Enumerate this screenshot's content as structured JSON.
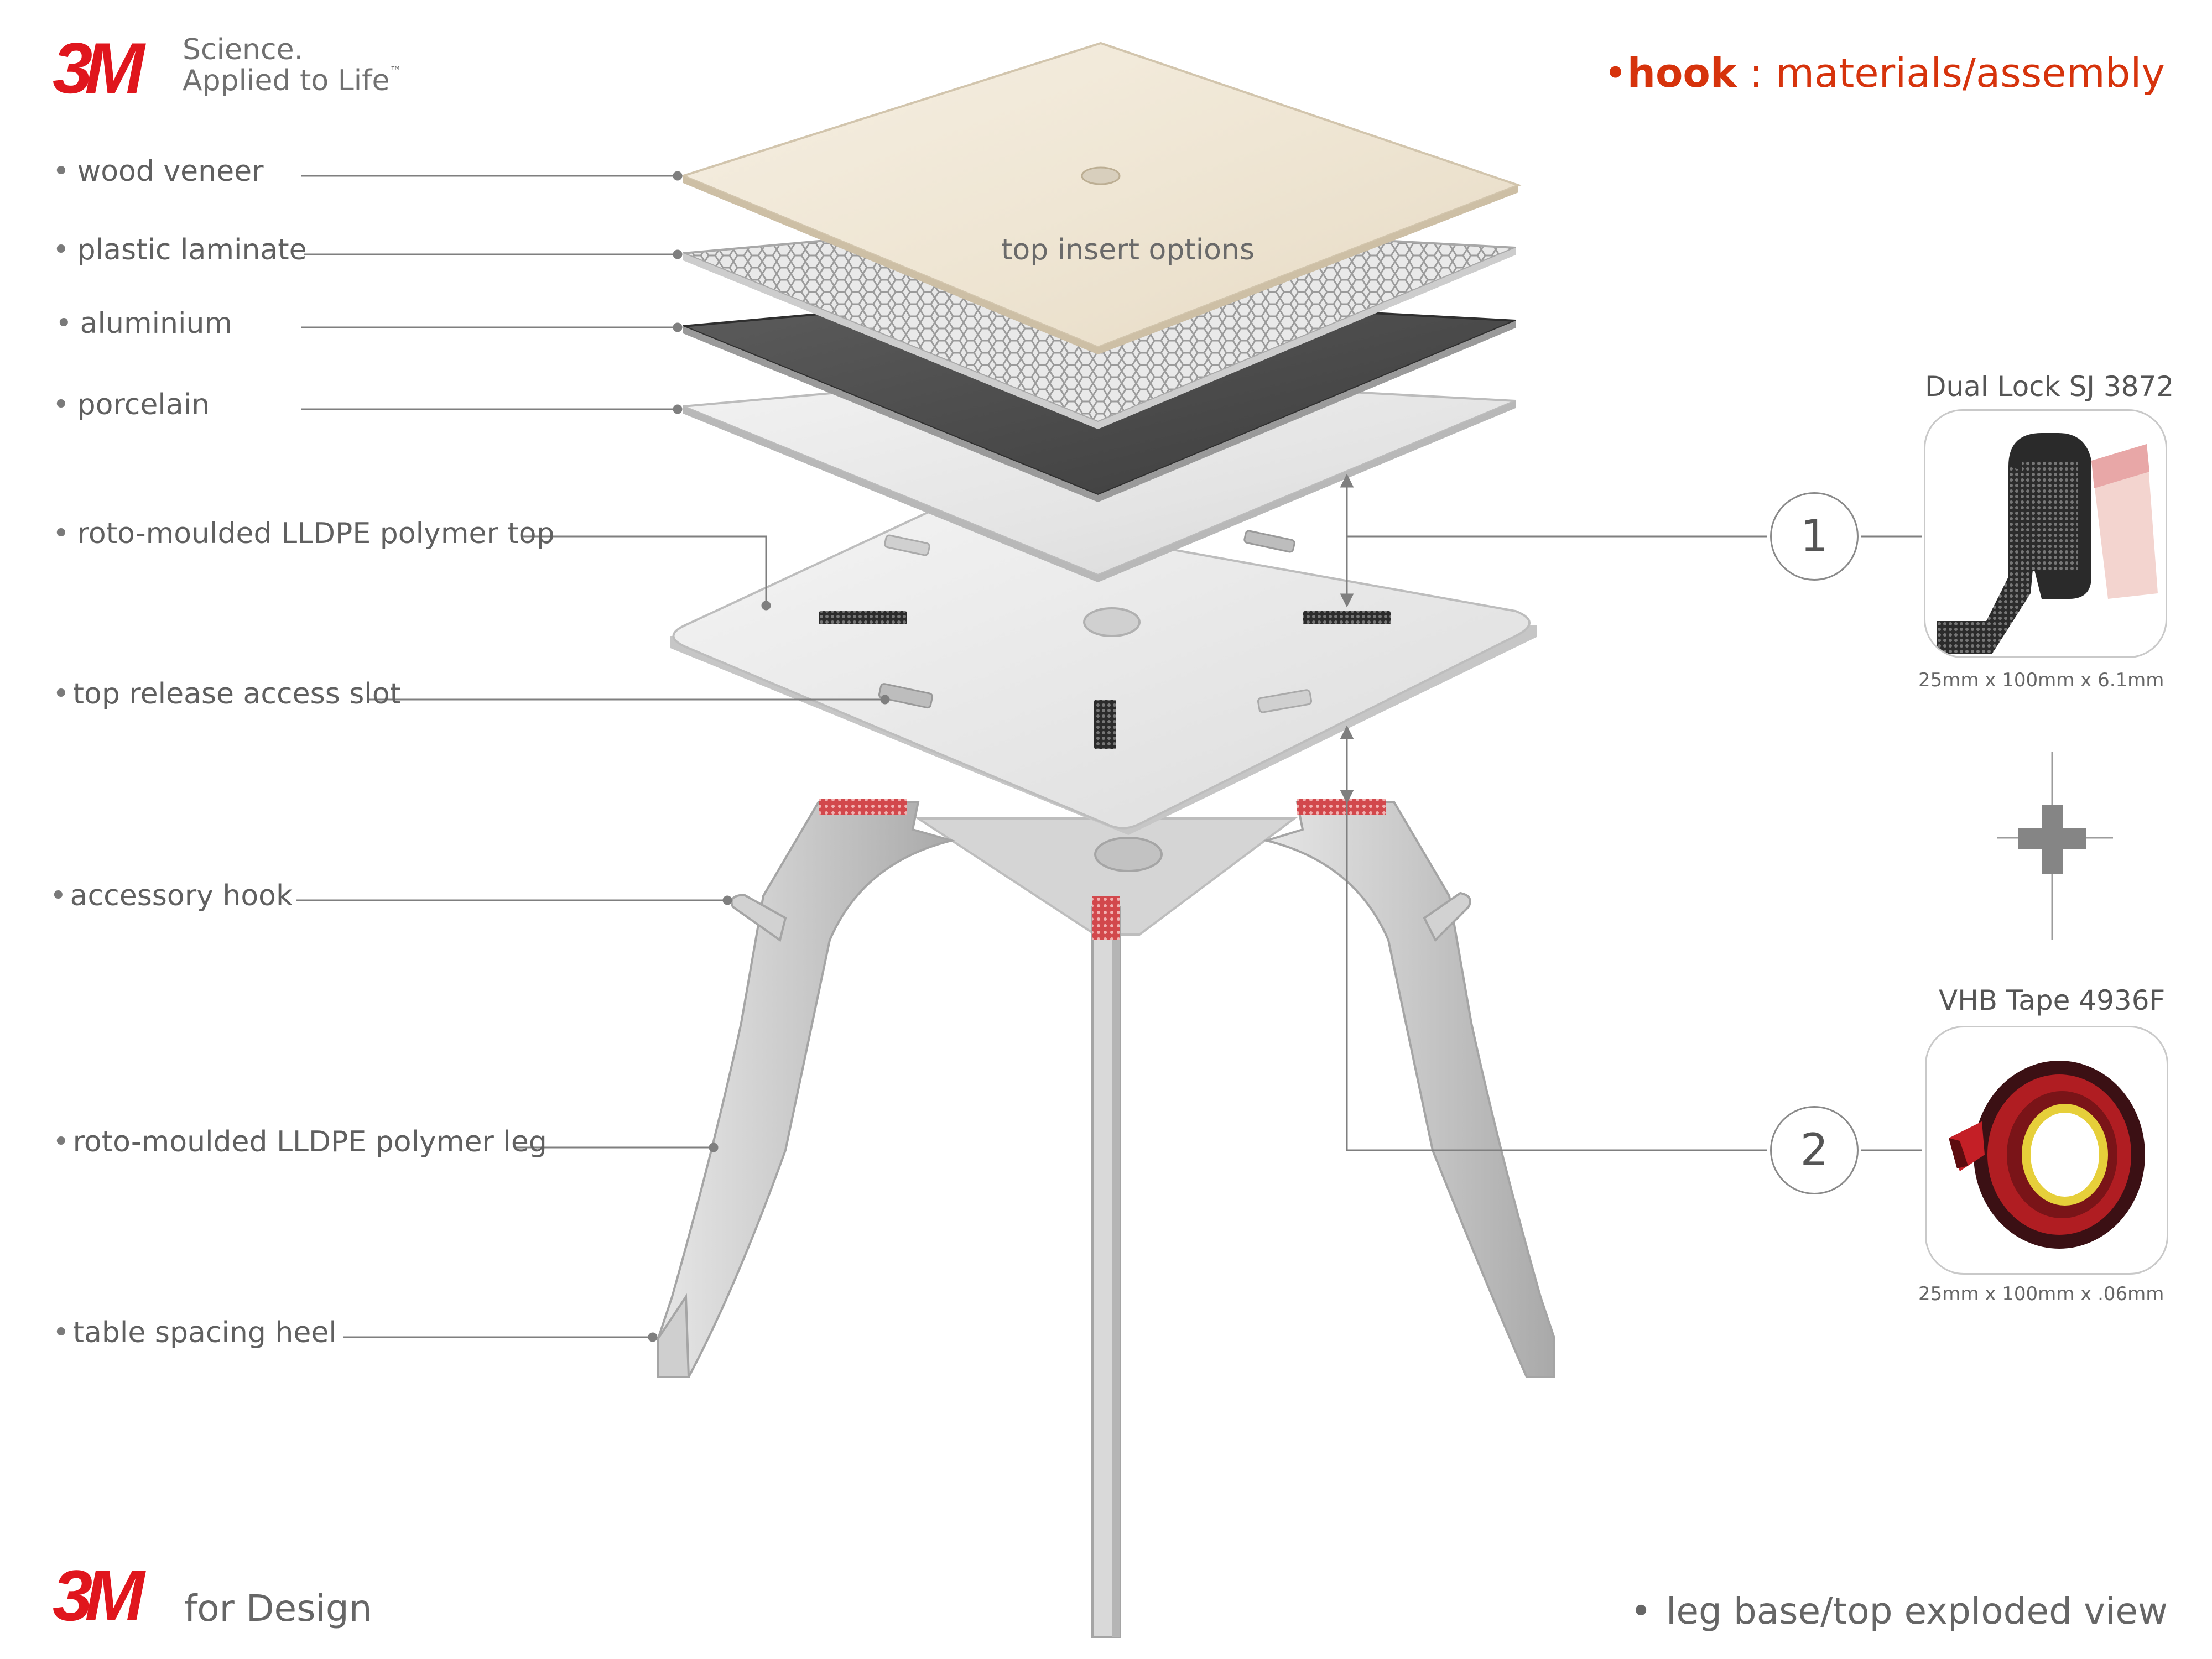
{
  "brand": {
    "logo_text": "3M",
    "tagline_line1": "Science.",
    "tagline_line2": "Applied to Life",
    "tagline_tm": "™"
  },
  "title": {
    "bullet": "•",
    "name": "hook",
    "rest": " : materials/assembly"
  },
  "labels": {
    "wood_veneer": "wood veneer",
    "plastic_laminate": "plastic laminate",
    "aluminium": "aluminium",
    "porcelain": "porcelain",
    "polymer_top": "roto-moulded LLDPE polymer top",
    "release_slot": "top release access slot",
    "accessory_hook": "accessory hook",
    "polymer_leg": "roto-moulded LLDPE polymer leg",
    "spacing_heel": "table spacing heel"
  },
  "bullet": "•",
  "top_insert_options": "top insert options",
  "products": [
    {
      "number": "1",
      "name": "Dual Lock SJ 3872",
      "size": "25mm x 100mm x  6.1mm"
    },
    {
      "number": "2",
      "name": "VHB Tape 4936F",
      "size": "25mm x 100mm x .06mm"
    }
  ],
  "footer": {
    "for_design": "for Design",
    "view_label": "leg base/top exploded view"
  },
  "colors": {
    "brand_red": "#e0161d",
    "title_red": "#d6330c",
    "label_gray": "#606060"
  }
}
